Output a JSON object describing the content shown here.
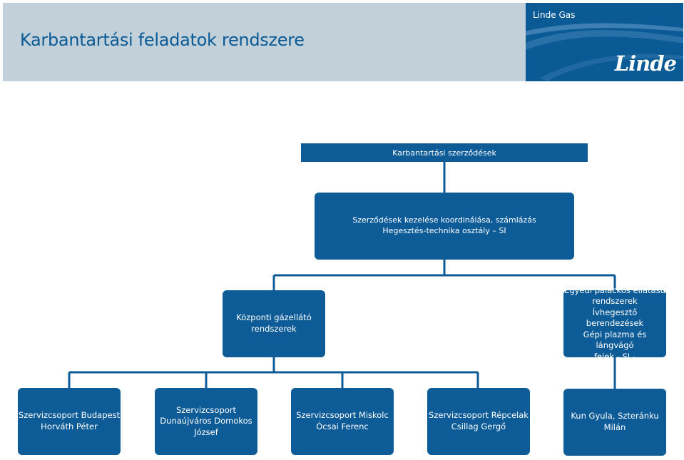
{
  "header": {
    "title": "Karbantartási feladatok rendszere"
  },
  "brand": {
    "name": "Linde Gas",
    "logo_text": "Linde",
    "colors": {
      "primary": "#0a5a96",
      "header_bg": "#c2d0da"
    }
  },
  "org": {
    "top": "Karbantartási szerződések",
    "coordination": {
      "line1": "Szerződések kezelése koordinálása, számlázás",
      "line2": "Hegesztés-technika osztály – SI"
    },
    "left_branch": {
      "line1": "Központi gázellátó",
      "line2": "rendszerek"
    },
    "right_branch": {
      "line1": "Egyedi palackos ellátású",
      "line2": "rendszerek",
      "line3": "Ívhegesztő berendezések",
      "line4": "Gépi plazma és lángvágó",
      "line5": "fejek - SI -"
    },
    "groups": [
      {
        "line1": "Szervizcsoport Budapest",
        "line2": "Horváth Péter"
      },
      {
        "line1": "Szervizcsoport",
        "line2": "Dunaújváros Domokos",
        "line3": "József"
      },
      {
        "line1": "Szervizcsoport Miskolc",
        "line2": "Ócsai Ferenc"
      },
      {
        "line1": "Szervizcsoport Répcelak",
        "line2": "Csillag Gergő"
      },
      {
        "line1": "Kun Gyula, Szteránku",
        "line2": "Milán"
      }
    ]
  }
}
